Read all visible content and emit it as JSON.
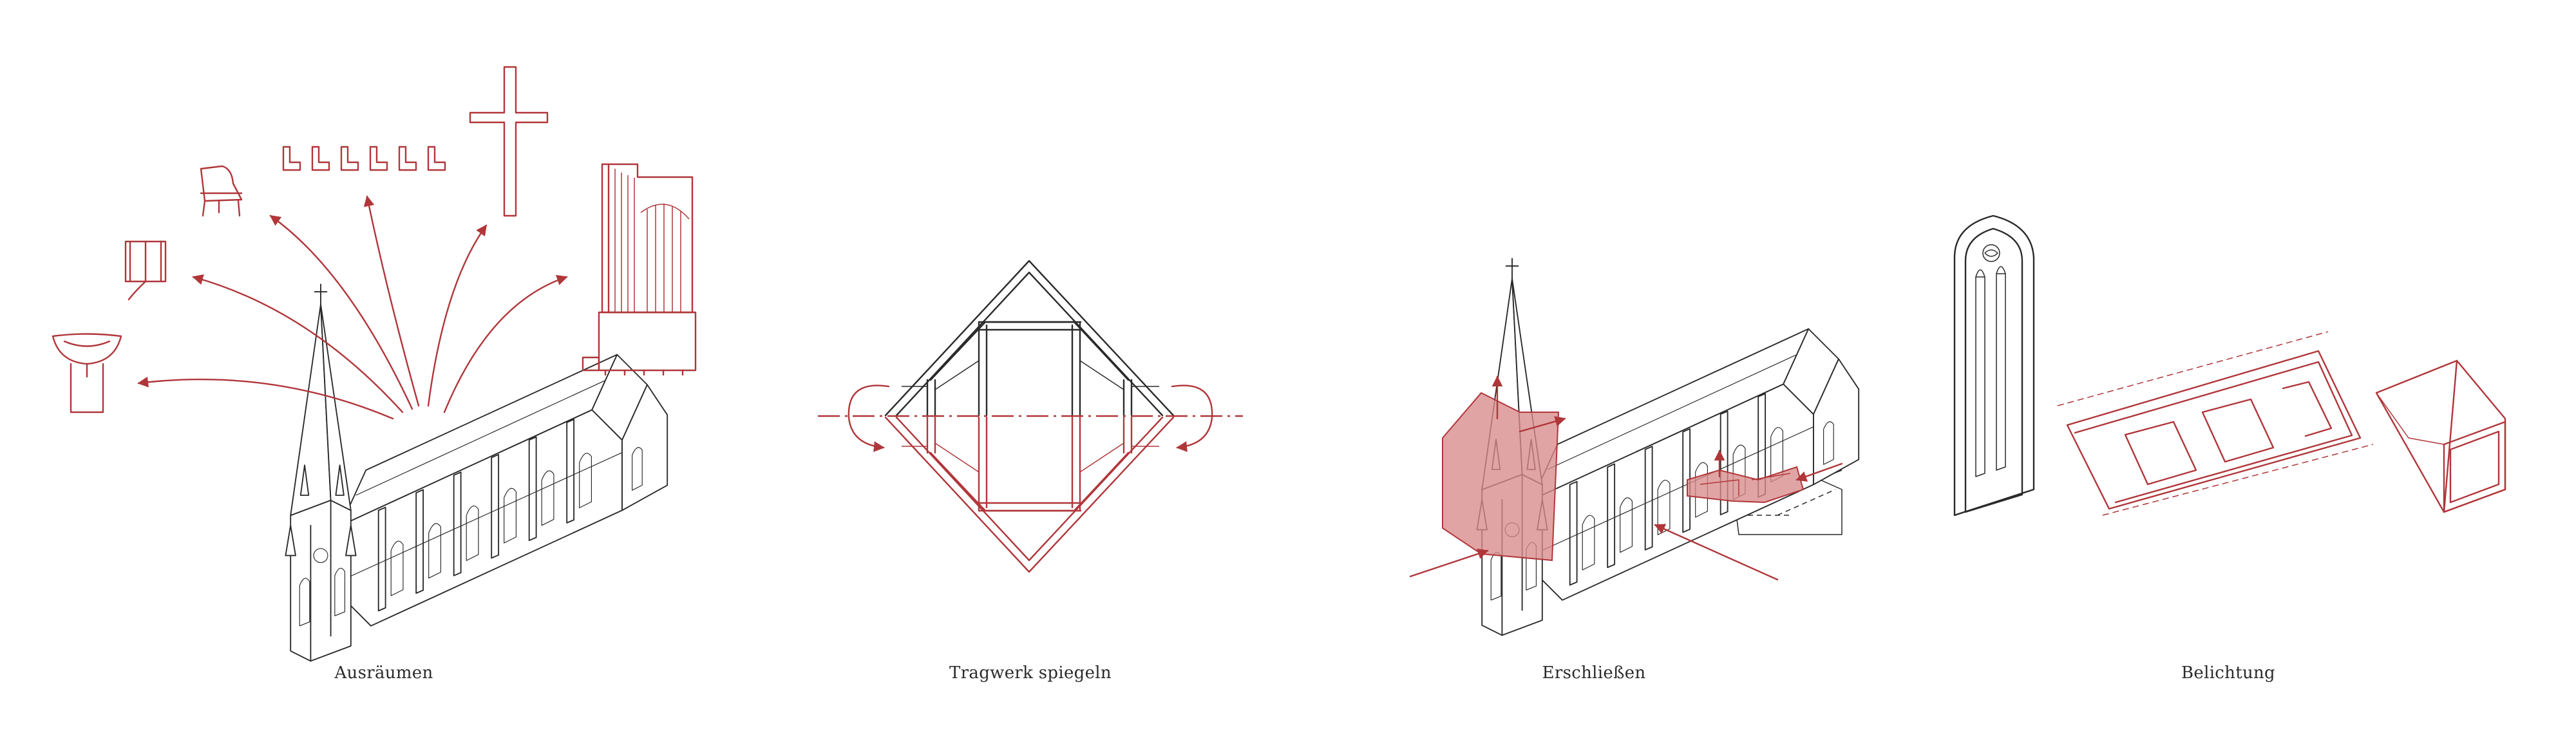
{
  "colors": {
    "accent_red": "#b0363a",
    "highlight_fill": "#d98a8a",
    "line_dark": "#2a2a2a",
    "background": "#ffffff"
  },
  "panels": [
    {
      "id": "ausraeumen",
      "caption": "Ausräumen",
      "items": [
        "baptismal-font-icon",
        "window-frame-icon",
        "grand-piano-icon",
        "church-pews-icon",
        "cross-icon",
        "pipe-organ-icon",
        "church-isometric"
      ]
    },
    {
      "id": "tragwerk",
      "caption": "Tragwerk spiegeln",
      "items": [
        "roof-truss-diamond",
        "mirror-axis",
        "rotation-arrows"
      ]
    },
    {
      "id": "erschliessen",
      "caption": "Erschließen",
      "items": [
        "church-isometric",
        "circulation-volume",
        "access-arrows"
      ]
    },
    {
      "id": "belichtung",
      "caption": "Belichtung",
      "items": [
        "gothic-window",
        "roof-light-band",
        "skylight-box"
      ]
    }
  ]
}
